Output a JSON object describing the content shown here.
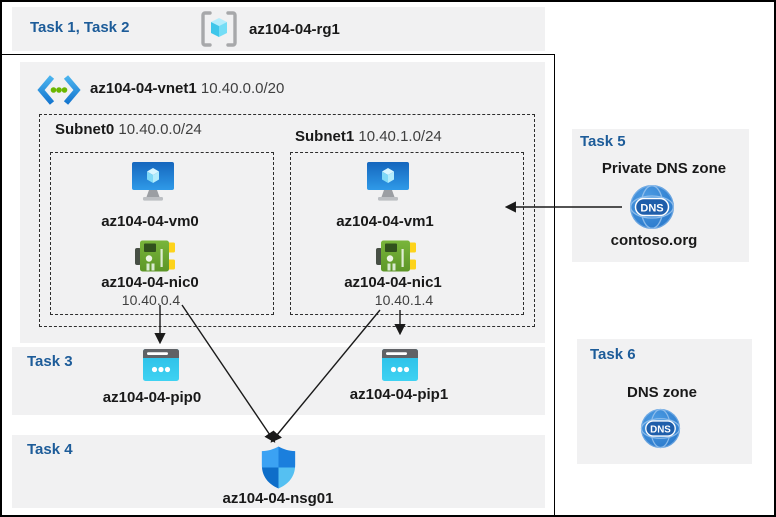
{
  "tasks": {
    "t12": "Task 1, Task 2",
    "t3": "Task 3",
    "t4": "Task 4",
    "t5": "Task 5",
    "t6": "Task 6"
  },
  "resource_group": {
    "name": "az104-04-rg1"
  },
  "vnet": {
    "name": "az104-04-vnet1",
    "cidr": "10.40.0.0/20"
  },
  "subnets": [
    {
      "name": "Subnet0",
      "cidr": "10.40.0.0/24",
      "vm": "az104-04-vm0",
      "nic": "az104-04-nic0",
      "ip": "10.40.0.4"
    },
    {
      "name": "Subnet1",
      "cidr": "10.40.1.0/24",
      "vm": "az104-04-vm1",
      "nic": "az104-04-nic1",
      "ip": "10.40.1.4"
    }
  ],
  "public_ips": [
    {
      "name": "az104-04-pip0"
    },
    {
      "name": "az104-04-pip1"
    }
  ],
  "nsg": {
    "name": "az104-04-nsg01"
  },
  "private_dns_zone": {
    "title": "Private DNS zone",
    "name": "contoso.org"
  },
  "dns_zone": {
    "title": "DNS zone"
  },
  "dns_icon_text": "DNS",
  "connections": [
    {
      "from": "az104-04-nic0",
      "to": "az104-04-pip0"
    },
    {
      "from": "az104-04-nic0",
      "to": "az104-04-nsg01"
    },
    {
      "from": "az104-04-nic1",
      "to": "az104-04-pip1"
    },
    {
      "from": "az104-04-nic1",
      "to": "az104-04-nsg01"
    },
    {
      "from": "contoso.org",
      "to": "Subnet1"
    }
  ],
  "colors": {
    "task_label": "#1d5c99",
    "band_background": "#f1f1f2",
    "text_primary": "#191919",
    "text_secondary": "#404040",
    "arrow": "#1a1a1a"
  }
}
